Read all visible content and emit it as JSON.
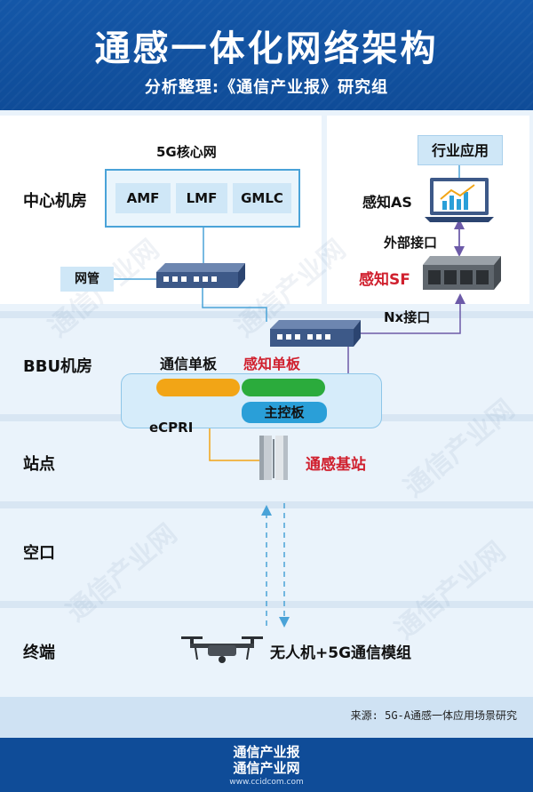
{
  "header": {
    "title": "通感一体化网络架构",
    "subtitle": "分析整理:《通信产业报》研究组"
  },
  "rows": {
    "center": "中心机房",
    "bbu": "BBU机房",
    "site": "站点",
    "air": "空口",
    "terminal": "终端"
  },
  "core": {
    "title": "5G核心网",
    "functions": [
      "AMF",
      "LMF",
      "GMLC"
    ]
  },
  "network_mgmt": "网管",
  "sensing": {
    "industry_app": "行业应用",
    "as": "感知AS",
    "external_interface": "外部接口",
    "sf": "感知SF",
    "nx_interface": "Nx接口"
  },
  "bbu": {
    "comm_board": "通信单板",
    "sensing_board": "感知单板",
    "main_board": "主控板",
    "ecpri": "eCPRI"
  },
  "site": {
    "base_station": "通感基站"
  },
  "terminal": {
    "device": "无人机+5G通信模组"
  },
  "source": "来源: 5G-A通感一体应用场景研究",
  "footer": {
    "logo_line1": "通信产业报",
    "logo_line2": "通信产业网",
    "url": "www.ccidcom.com"
  },
  "colors": {
    "header_blue": "#0f4c98",
    "accent_red": "#d0202e",
    "frame_blue": "#4aa3d8",
    "comm_board_orange": "#f2a516",
    "sensing_board_green": "#2bab3c",
    "main_board_blue": "#2a9fd8",
    "arrow_purple": "#6c5aa8",
    "ecpri_orange": "#f2a516"
  }
}
